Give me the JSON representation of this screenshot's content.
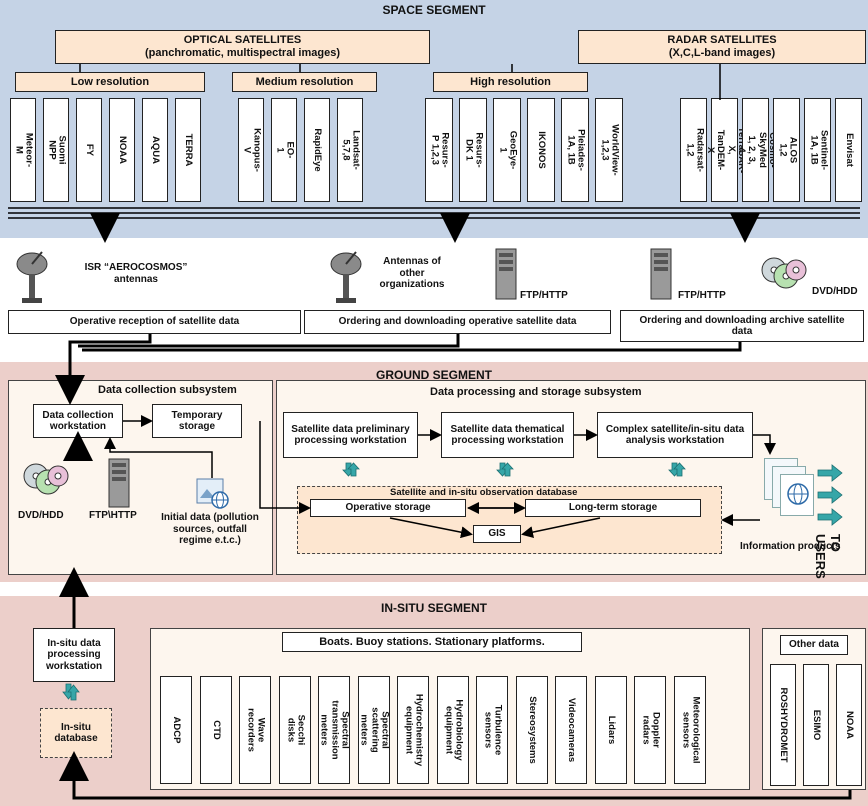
{
  "space": {
    "title": "SPACE SEGMENT",
    "optical": "OPTICAL SATELLITES\n(panchromatic, multispectral images)",
    "radar": "RADAR SATELLITES\n(X,C,L-band images)",
    "low": "Low resolution",
    "medium": "Medium resolution",
    "high": "High resolution",
    "low_sats": [
      "Meteor-M",
      "Suomi NPP",
      "FY",
      "NOAA",
      "AQUA",
      "TERRA"
    ],
    "medium_sats": [
      "Kanopus-V",
      "EO-1",
      "RapidEye",
      "Landsat-5,7,8"
    ],
    "high_sats": [
      "Resurs-P 1,2,3",
      "Resurs-DK 1",
      "GeoEye-1",
      "IKONOS",
      "Pleiades-1A, 1B",
      "WorldView-1,2,3"
    ],
    "radar_sats": [
      "Radarsat-1,2",
      "TerraSAR-X, TanDEM-X",
      "Cosmo-SkyMed 1, 2, 3, 4",
      "ALOS 1,2",
      "Sentinel-1A, 1B",
      "Envisat"
    ]
  },
  "reception": {
    "isr_antennas": "ISR “AEROCOSMOS”\nantennas",
    "other_antennas": "Antennas of\nother\norganizations",
    "ftp1": "FTP/HTTP",
    "ftp2": "FTP/HTTP",
    "dvd": "DVD/HDD",
    "operative_reception": "Operative reception of satellite data",
    "ordering_operative": "Ordering and downloading operative satellite data",
    "ordering_archive": "Ordering and downloading archive satellite\ndata"
  },
  "ground": {
    "title": "GROUND SEGMENT",
    "collection_title": "Data collection subsystem",
    "collection_ws": "Data collection\nworkstation",
    "temp_storage": "Temporary\nstorage",
    "dvd": "DVD/HDD",
    "ftp": "FTP\\HTTP",
    "initial_data": "Initial data (pollution\nsources, outfall\nregime e.t.c.)",
    "processing_title": "Data processing and storage subsystem",
    "prelim_ws": "Satellite data preliminary\nprocessing workstation",
    "thematic_ws": "Satellite data thematical\nprocessing workstation",
    "complex_ws": "Complex satellite/in-situ data\nanalysis workstation",
    "db_title": "Satellite and in-situ observation database",
    "operative_storage": "Operative storage",
    "longterm_storage": "Long-term storage",
    "gis": "GIS",
    "info_products": "Information products",
    "to_users": "TO USERS"
  },
  "insitu": {
    "title": "IN-SITU SEGMENT",
    "processing_ws": "In-situ data\nprocessing\nworkstation",
    "database": "In-situ\ndatabase",
    "boats": "Boats. Buoy stations. Stationary platforms.",
    "instruments": [
      "ADCP",
      "CTD",
      "Wave recorders",
      "Secchi disks",
      "Spectral\ntransmission meters",
      "Spectral scattering\nmeters",
      "Hydrochemistry\nequipment",
      "Hydrobiology\nequipment",
      "Turbulence sensors",
      "Stereosystems",
      "Videocameras",
      "Lidars",
      "Doppler radars",
      "Meteorological\nsensors"
    ],
    "other_data": "Other data",
    "others": [
      "ROSHYDROMET",
      "ESIMO",
      "NOAA"
    ]
  },
  "colors": {
    "space_bg": "#c5d3e6",
    "ground_bg": "#eccfca",
    "peach": "#fde6d0",
    "arrow_teal": "#36a6a8"
  }
}
